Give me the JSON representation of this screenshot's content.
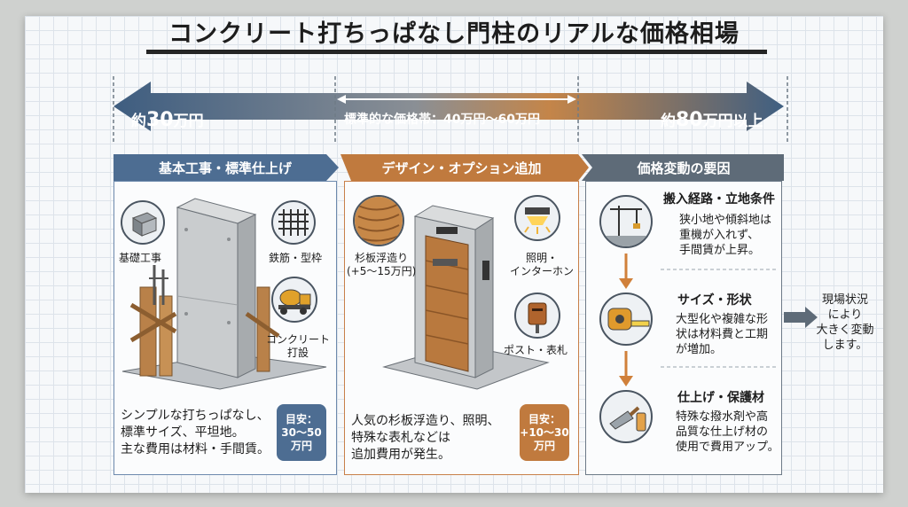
{
  "title": "コンクリート打ちっぱなし門柱のリアルな価格相場",
  "price_band": {
    "low_prefix": "約",
    "low_value": "30",
    "low_suffix": "万円",
    "mid": "標準的な価格帯：40万円〜60万円",
    "high_prefix": "約",
    "high_value": "80",
    "high_suffix": "万円以上"
  },
  "columns": [
    {
      "header": "基本工事・標準仕上げ",
      "labels": [
        "基礎工事",
        "鉄筋・型枠",
        "コンクリート\n打設"
      ],
      "description": [
        "シンプルな打ちっぱなし、",
        "標準サイズ、平坦地。",
        "主な費用は材料・手間賃。"
      ],
      "tag": [
        "目安：",
        "30〜50",
        "万円"
      ]
    },
    {
      "header": "デザイン・オプション追加",
      "labels": [
        "杉板浮造り\n(+5〜15万円)",
        "照明・\nインターホン",
        "ポスト・表札"
      ],
      "description": [
        "人気の杉板浮造り、照明、",
        "特殊な表札などは",
        "追加費用が発生。"
      ],
      "tag": [
        "目安：",
        "+10〜30",
        "万円"
      ]
    },
    {
      "header": "価格変動の要因",
      "factors": [
        {
          "title": "搬入経路・立地条件",
          "body": [
            "狭小地や傾斜地は",
            "重機が入れず、",
            "手間賃が上昇。"
          ]
        },
        {
          "title": "サイズ・形状",
          "body": [
            "大型化や複雑な形",
            "状は材料費と工期",
            "が増加。"
          ]
        },
        {
          "title": "仕上げ・保護材",
          "body": [
            "特殊な撥水剤や高",
            "品質な仕上げ材の",
            "使用で費用アップ。"
          ]
        }
      ]
    }
  ],
  "side_note": [
    "現場状況",
    "により",
    "大きく変動",
    "します。"
  ],
  "colors": {
    "blue": "#4d6d92",
    "orange": "#c07a3e",
    "gray": "#5e6b78"
  }
}
